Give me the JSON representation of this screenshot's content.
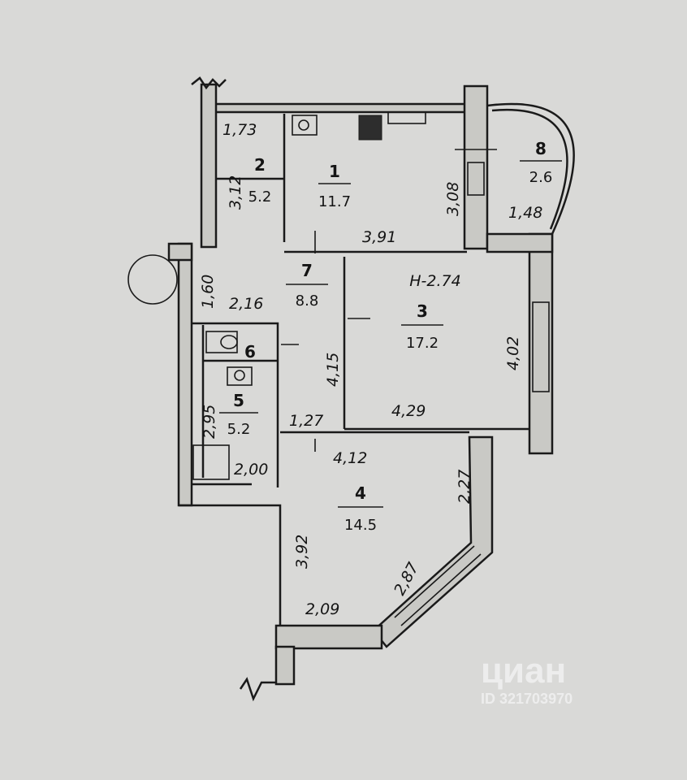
{
  "plan": {
    "ceiling_height": "H-2.74",
    "rooms": [
      {
        "id": "room-1",
        "number": "1",
        "area": "11.7"
      },
      {
        "id": "room-2",
        "number": "2",
        "area": "5.2"
      },
      {
        "id": "room-3",
        "number": "3",
        "area": "17.2"
      },
      {
        "id": "room-4",
        "number": "4",
        "area": "14.5"
      },
      {
        "id": "room-5",
        "number": "5",
        "area": "5.2"
      },
      {
        "id": "room-6",
        "number": "6",
        "area": ""
      },
      {
        "id": "room-7",
        "number": "7",
        "area": "8.8"
      },
      {
        "id": "room-8",
        "number": "8",
        "area": "2.6"
      }
    ],
    "dimensions": {
      "d_1_73": "1,73",
      "d_3_12": "3,12",
      "d_3_08": "3,08",
      "d_3_91": "3,91",
      "d_1_48": "1,48",
      "d_1_60": "1,60",
      "d_2_16": "2,16",
      "d_4_15": "4,15",
      "d_4_02": "4,02",
      "d_4_29": "4,29",
      "d_2_95": "2,95",
      "d_1_27": "1,27",
      "d_4_12": "4,12",
      "d_2_00": "2,00",
      "d_2_27": "2,27",
      "d_3_92": "3,92",
      "d_2_87": "2,87",
      "d_2_09": "2,09"
    }
  },
  "watermark": {
    "brand": "циан",
    "id": "ID 321703970"
  }
}
